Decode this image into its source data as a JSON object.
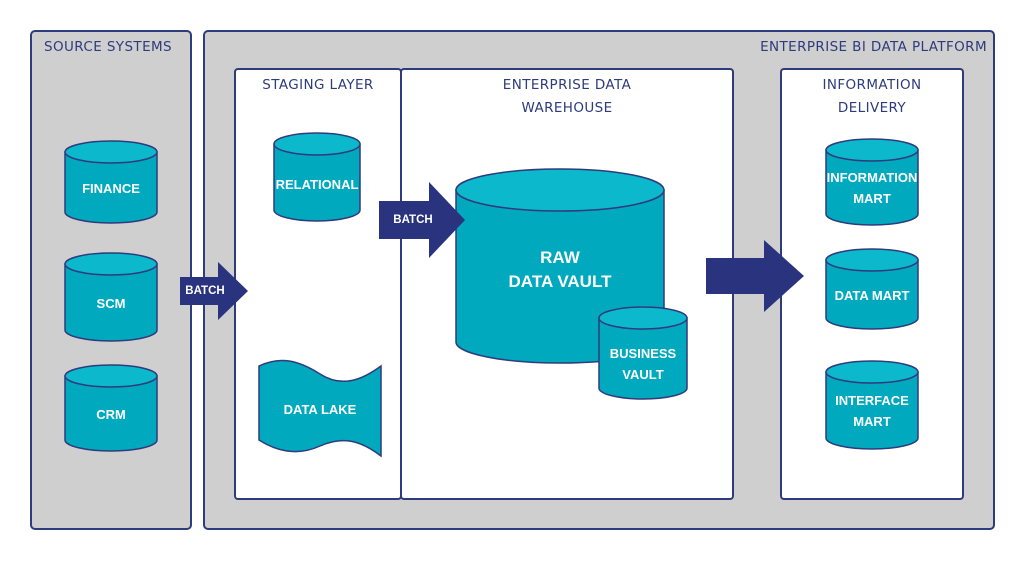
{
  "panels": {
    "source_systems": "SOURCE SYSTEMS",
    "platform": "ENTERPRISE BI DATA PLATFORM",
    "staging": "STAGING LAYER",
    "edw": "ENTERPRISE DATA\nWAREHOUSE",
    "delivery": "INFORMATION\nDELIVERY"
  },
  "sources": [
    "FINANCE",
    "SCM",
    "CRM"
  ],
  "staging_items": {
    "relational": "RELATIONAL",
    "lake": "DATA LAKE"
  },
  "edw_items": {
    "raw_vault": "RAW\nDATA VAULT",
    "business_vault": "BUSINESS\nVAULT"
  },
  "marts": [
    "INFORMATION\nMART",
    "DATA MART",
    "INTERFACE\nMART"
  ],
  "flows": {
    "source_to_staging": "BATCH",
    "staging_to_edw": "BATCH"
  },
  "colors": {
    "border": "#2e3b7c",
    "panel_gray": "#cfcfcf",
    "cylinder": "#00a9be",
    "cylinder_top": "#0bb8cc",
    "arrow": "#2a347e"
  }
}
